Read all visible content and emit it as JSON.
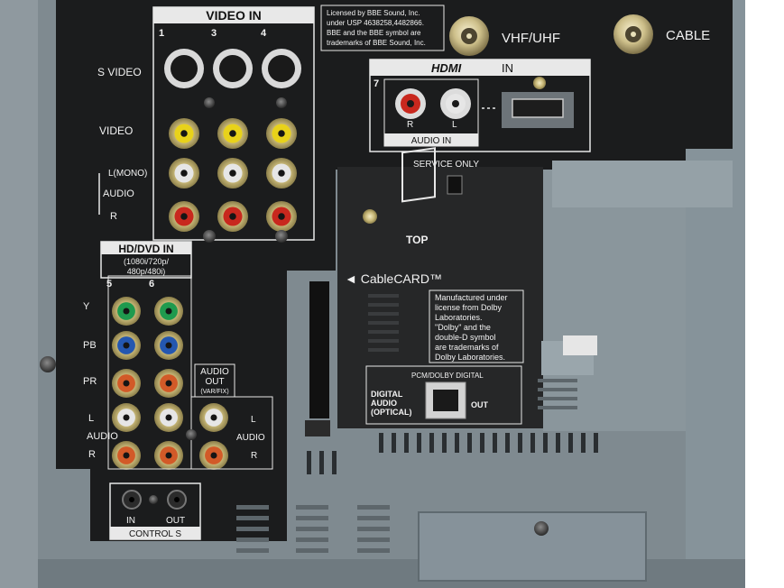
{
  "video_in": {
    "title": "VIDEO IN",
    "input_numbers": [
      "1",
      "3",
      "4"
    ],
    "s_video": "S VIDEO",
    "video": "VIDEO",
    "l_mono": "L(MONO)",
    "audio": "AUDIO",
    "r": "R"
  },
  "bbe_notice": [
    "Licensed by BBE Sound, Inc.",
    "under USP 4638258,4482866.",
    "BBE and the BBE symbol are",
    "trademarks of BBE Sound, Inc."
  ],
  "antenna": {
    "vhf_uhf": "VHF/UHF",
    "cable": "CABLE"
  },
  "hdmi": {
    "logo": "HDMI",
    "in": "IN",
    "number": "7",
    "r": "R",
    "l": "L",
    "audio_in": "AUDIO IN"
  },
  "service": {
    "label": "SERVICE ONLY"
  },
  "cablecard": {
    "label": "◄ CableCARD™",
    "logo": "TOP"
  },
  "dolby_notice": [
    "Manufactured under",
    "license from Dolby",
    "Laboratories.",
    "\"Dolby\" and the",
    "double-D symbol",
    "are trademarks of",
    "Dolby Laboratories."
  ],
  "digital_audio": {
    "header": "PCM/DOLBY DIGITAL",
    "line1": "DIGITAL",
    "line2": "AUDIO",
    "line3": "(OPTICAL)",
    "out": "OUT"
  },
  "hd_dvd": {
    "title": "HD/DVD IN",
    "formats1": "(1080i/720p/",
    "formats2": "480p/480i)",
    "numbers": [
      "5",
      "6"
    ],
    "y": "Y",
    "pb": "PB",
    "pr": "PR",
    "l": "L",
    "audio": "AUDIO",
    "r": "R"
  },
  "audio_out": {
    "title1": "AUDIO",
    "title2": "OUT",
    "sub": "(VAR/FIX)",
    "l": "L",
    "audio": "AUDIO",
    "r": "R"
  },
  "control_s": {
    "in": "IN",
    "out": "OUT",
    "title": "CONTROL S"
  },
  "colors": {
    "panel_black": "#1a1a1a",
    "chassis_gray": "#7f8a90",
    "jack_yellow": "#e8d21a",
    "jack_white": "#e6e6e6",
    "jack_red": "#c8281e",
    "jack_green": "#1f9a4e",
    "jack_blue": "#2457b0",
    "jack_orange": "#d25a28"
  }
}
